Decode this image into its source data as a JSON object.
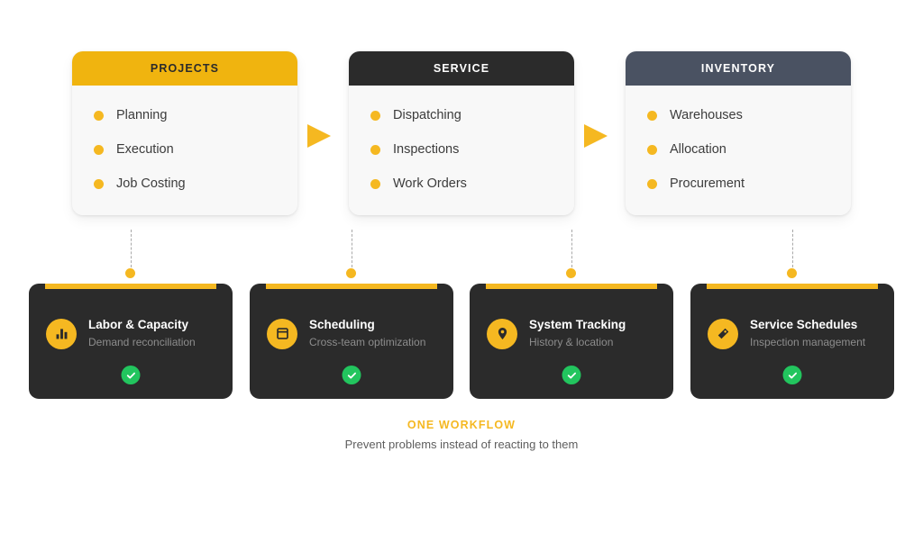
{
  "colors": {
    "accent_yellow": "#f5b821",
    "dark": "#2b2b2b",
    "slate": "#4a5262",
    "green": "#22c55e",
    "card_bg": "#f8f8f8",
    "page_bg": "#ffffff"
  },
  "phases": [
    {
      "title": "PROJECTS",
      "header_bg": "#f0b40f",
      "header_text_color": "#2b2b2b",
      "items": [
        "Planning",
        "Execution",
        "Job Costing"
      ]
    },
    {
      "title": "SERVICE",
      "header_bg": "#2b2b2b",
      "header_text_color": "#ffffff",
      "items": [
        "Dispatching",
        "Inspections",
        "Work Orders"
      ]
    },
    {
      "title": "INVENTORY",
      "header_bg": "#4a5262",
      "header_text_color": "#ffffff",
      "items": [
        "Warehouses",
        "Allocation",
        "Procurement"
      ]
    }
  ],
  "arrows": [
    {
      "name": "arrow-projects-to-service"
    },
    {
      "name": "arrow-service-to-inventory"
    }
  ],
  "features": [
    {
      "title": "Labor & Capacity",
      "subtitle": "Demand reconciliation",
      "icon": "bar-chart-icon",
      "status": "complete-check-icon"
    },
    {
      "title": "Scheduling",
      "subtitle": "Cross-team optimization",
      "icon": "calendar-icon",
      "status": "complete-check-icon"
    },
    {
      "title": "System Tracking",
      "subtitle": "History & location",
      "icon": "map-pin-icon",
      "status": "complete-check-icon"
    },
    {
      "title": "Service Schedules",
      "subtitle": "Inspection management",
      "icon": "tag-icon",
      "status": "complete-check-icon"
    }
  ],
  "footer": {
    "title": "ONE WORKFLOW",
    "subtitle": "Prevent problems instead of reacting to them"
  }
}
